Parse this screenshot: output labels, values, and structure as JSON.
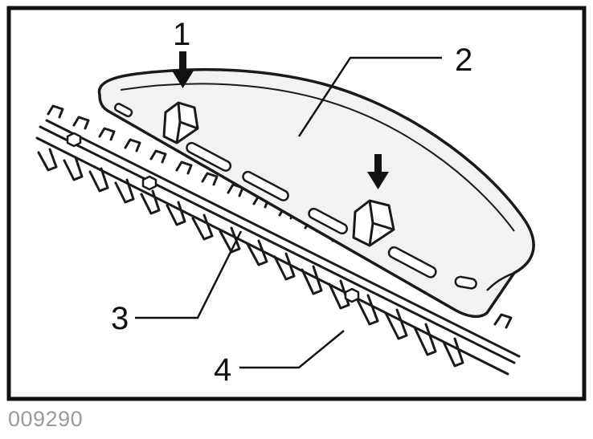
{
  "callouts": {
    "c1": "1",
    "c2": "2",
    "c3": "3",
    "c4": "4"
  },
  "reference_number": "009290",
  "colors": {
    "frame": "#111111",
    "guard_fill": "#f2f2f2",
    "line": "#1a1a1a",
    "reference_text": "#9a9a9a"
  }
}
